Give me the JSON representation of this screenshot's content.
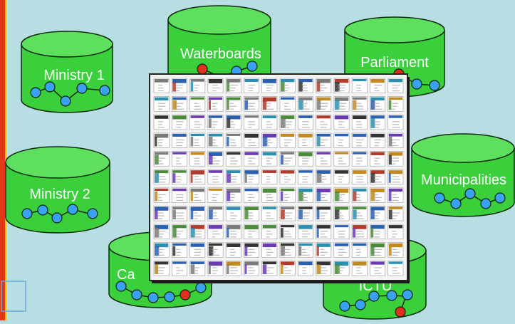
{
  "title": "",
  "colors": {
    "background": "#b7dfe3",
    "cylinder_fill": "#3ccf3c",
    "cylinder_top": "#5ee05e",
    "cylinder_stroke": "#0d2a0d",
    "node_blue": "#3aa0f0",
    "node_red": "#e0301e",
    "left_bar": "#e0391a",
    "left_bar_accent": "#f2c200"
  },
  "databases": [
    {
      "id": "ministry-1",
      "label": "Ministry 1"
    },
    {
      "id": "ministry-2",
      "label": "Ministry 2"
    },
    {
      "id": "waterboards",
      "label": "Waterboards"
    },
    {
      "id": "parliament",
      "label": "Parliament"
    },
    {
      "id": "municipalities",
      "label": "Municipalities"
    },
    {
      "id": "ca",
      "label": "Ca"
    },
    {
      "id": "ictu",
      "label": "ICTU"
    }
  ],
  "overlay": {
    "description_icon": "document-thumbnails-grid",
    "rows": 11,
    "columns": 14
  }
}
